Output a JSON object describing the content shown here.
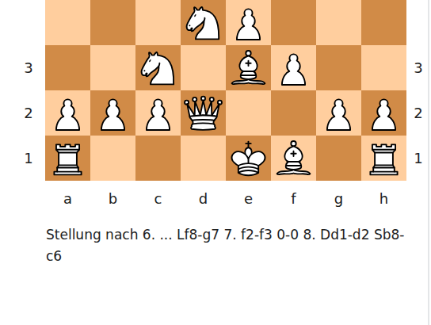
{
  "diagram": {
    "caption": "Stellung nach 6. ... Lf8-g7 7. f2-f3 0-0 8. Dd1-d2 Sb8-c6",
    "labels": [
      "3",
      "3",
      "2",
      "2",
      "1",
      "1",
      "a",
      "b",
      "c",
      "d",
      "e",
      "f",
      "g",
      "h"
    ]
  }
}
